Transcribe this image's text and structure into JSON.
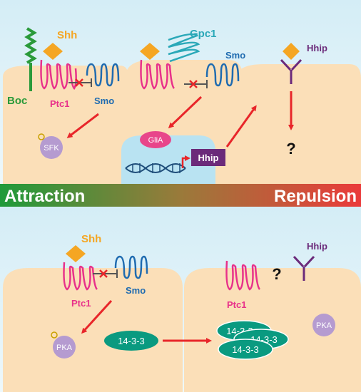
{
  "top_panel": {
    "labels": {
      "boc": "Boc",
      "shh_left": "Shh",
      "ptc1_left": "Ptc1",
      "smo_left": "Smo",
      "sfk": "SFK",
      "gpc1": "Gpc1",
      "smo_mid": "Smo",
      "glia": "GliA",
      "hhip_box": "Hhip",
      "hhip_right": "Hhip",
      "question": "?"
    }
  },
  "banner": {
    "left": "Attraction",
    "right": "Repulsion",
    "gradient": [
      "#1f9a3a",
      "#8a7a3a",
      "#e8403a"
    ]
  },
  "bottom_panel": {
    "labels": {
      "shh": "Shh",
      "ptc1_left": "Ptc1",
      "smo": "Smo",
      "pka_left": "PKA",
      "p1433_single": "14-3-3",
      "p1433_a": "14-3-3",
      "p1433_b": "14-3-3",
      "p1433_c": "14-3-3",
      "ptc1_right": "Ptc1",
      "question": "?",
      "hhip": "Hhip",
      "pka_right": "PKA"
    }
  },
  "colors": {
    "cell": "#fbdfb8",
    "background": "#d6eef6",
    "shh": "#f5a623",
    "ptc1": "#e8318a",
    "smo": "#1f6bb0",
    "boc": "#2a9a3a",
    "gpc1": "#2aa8b8",
    "hhip": "#6b2a7a",
    "arrow": "#e8262a",
    "pka": "#b59bd0",
    "p1433": "#0a9a80",
    "glia": "#e8468a",
    "nucleus": "#b9e3f2"
  }
}
